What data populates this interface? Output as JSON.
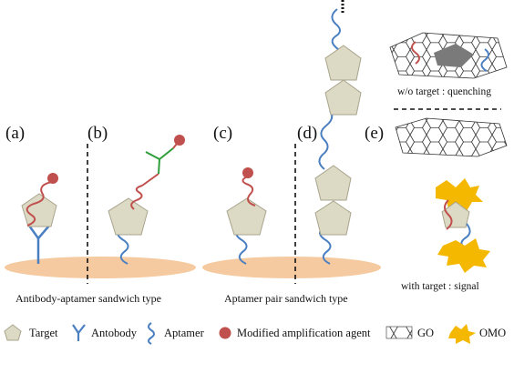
{
  "panels": {
    "a": "(a)",
    "b": "(b)",
    "c": "(c)",
    "d": "(d)",
    "e": "(e)"
  },
  "captions": {
    "antibody_aptamer": "Antibody-aptamer sandwich type",
    "aptamer_pair": "Aptamer pair sandwich type",
    "quenching": "w/o target : quenching",
    "signal": "with target : signal"
  },
  "legend": {
    "target": "Target",
    "antibody": "Antobody",
    "aptamer": "Aptamer",
    "amplification": "Modified  amplification  agent",
    "go": "GO",
    "omo": "OMO"
  },
  "colors": {
    "target_fill": "#dcd9c4",
    "target_stroke": "#a8a48c",
    "antibody": "#4a7fc1",
    "aptamer_blue": "#5b8fd0",
    "aptamer_red": "#c0504d",
    "amp_agent": "#c0504d",
    "linker_green": "#2e9e3a",
    "surface": "#f6caa0",
    "omo": "#f5b800"
  }
}
